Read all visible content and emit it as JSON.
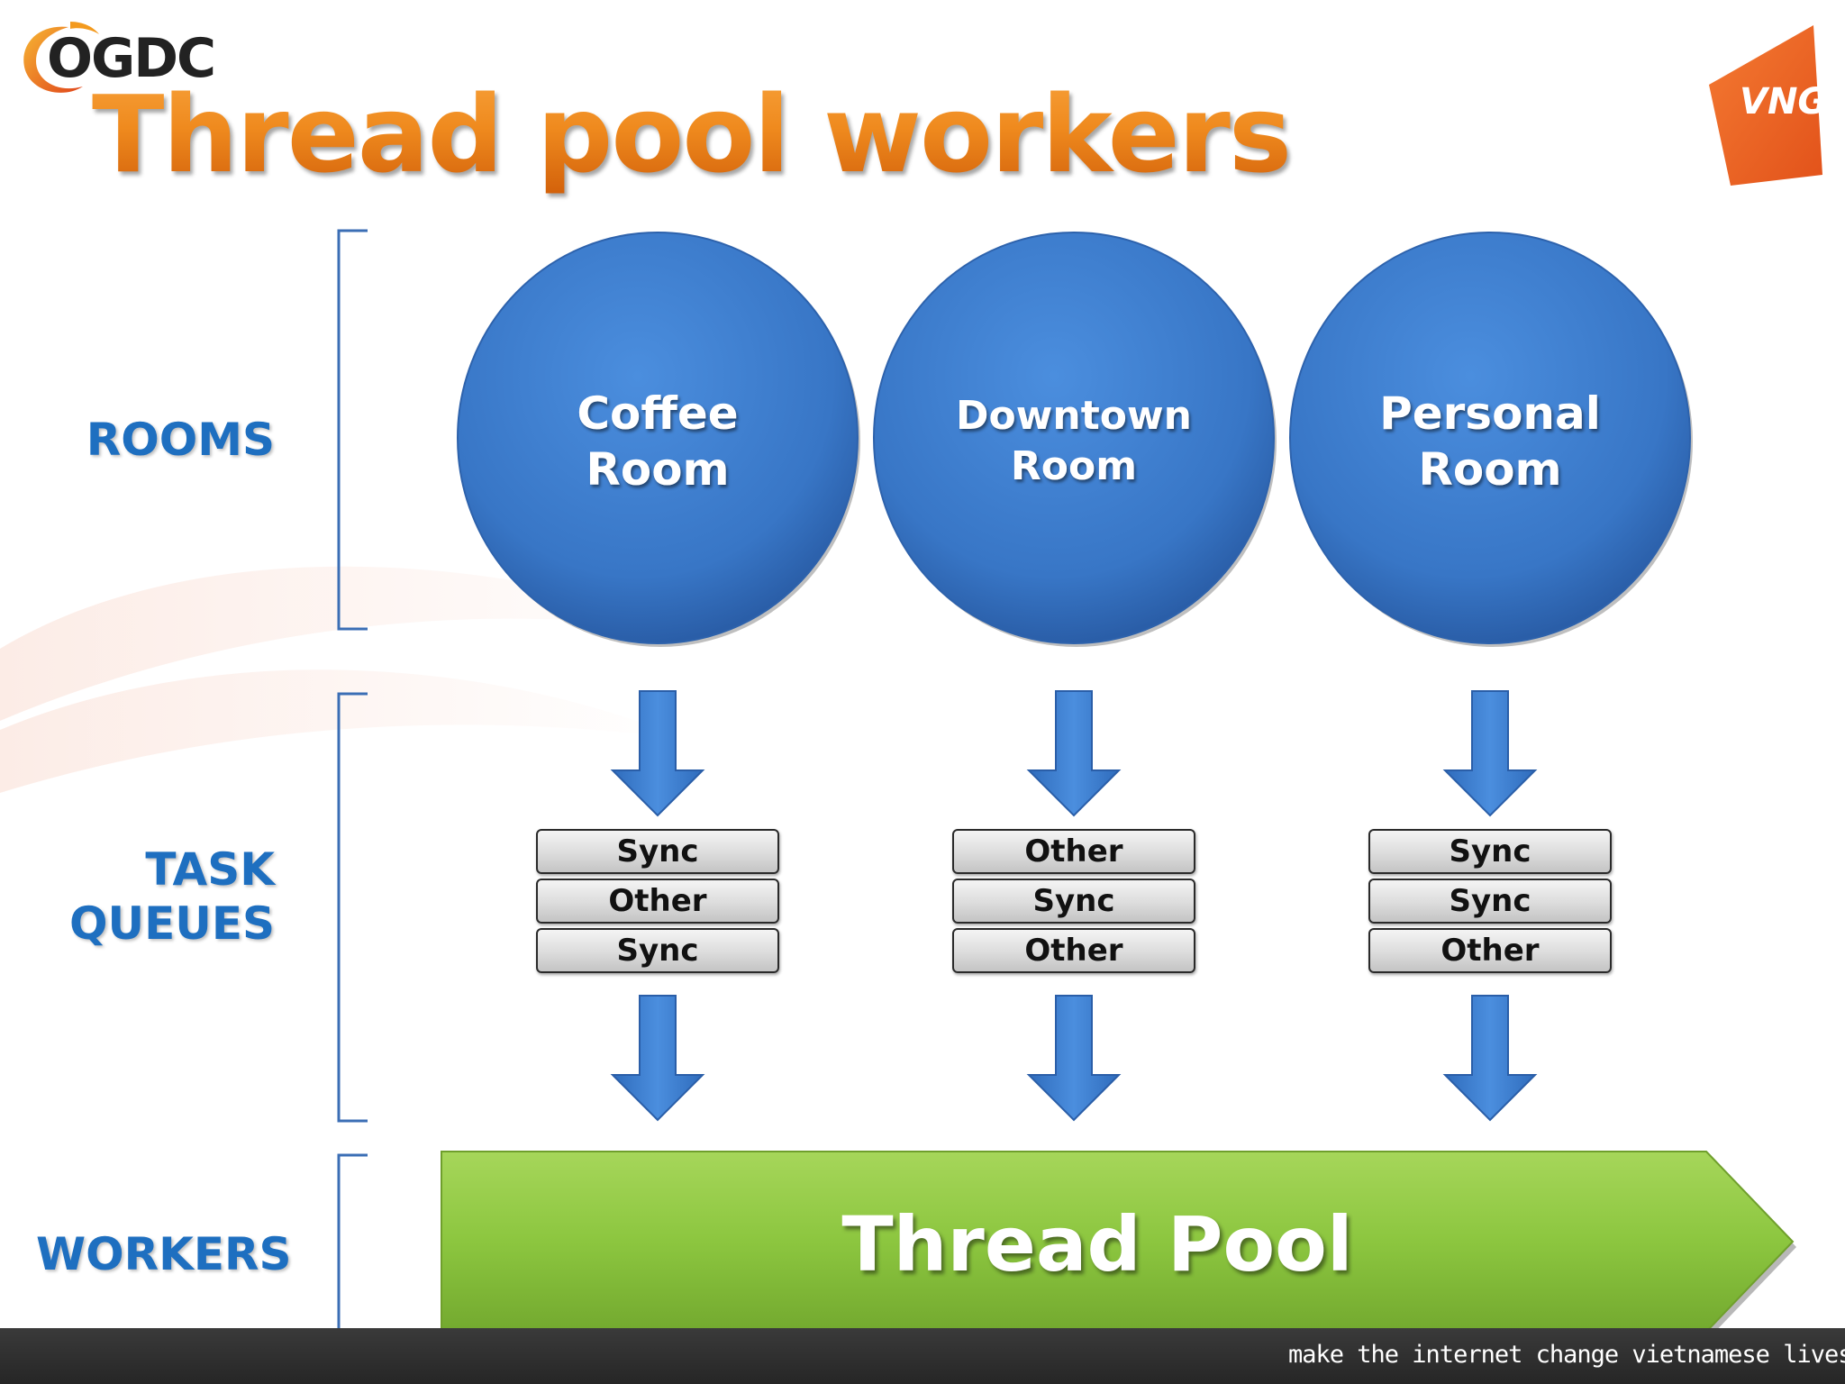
{
  "slide": {
    "title": "Thread pool workers",
    "logo_left": "OGDC",
    "logo_right": "VNG",
    "tagline": "make the internet change vietnamese lives"
  },
  "labels": {
    "rooms": "ROOMS",
    "task_queues_line1": "TASK",
    "task_queues_line2": "QUEUES",
    "workers": "WORKERS"
  },
  "rooms": [
    {
      "line1": "Coffee",
      "line2": "Room",
      "queue": [
        "Sync",
        "Other",
        "Sync"
      ]
    },
    {
      "line1": "Downtown",
      "line2": "Room",
      "queue": [
        "Other",
        "Sync",
        "Other"
      ]
    },
    {
      "line1": "Personal",
      "line2": "Room",
      "queue": [
        "Sync",
        "Sync",
        "Other"
      ]
    }
  ],
  "thread_pool": {
    "label": "Thread Pool"
  },
  "colors": {
    "circle": "#3a78c8",
    "arrow": "#3579c9",
    "label_blue": "#1e6fc0",
    "pool_green": "#8cc63f",
    "title_orange": "#ef8a1e",
    "footer": "#2e2e2e",
    "vng_orange": "#f26a21"
  }
}
